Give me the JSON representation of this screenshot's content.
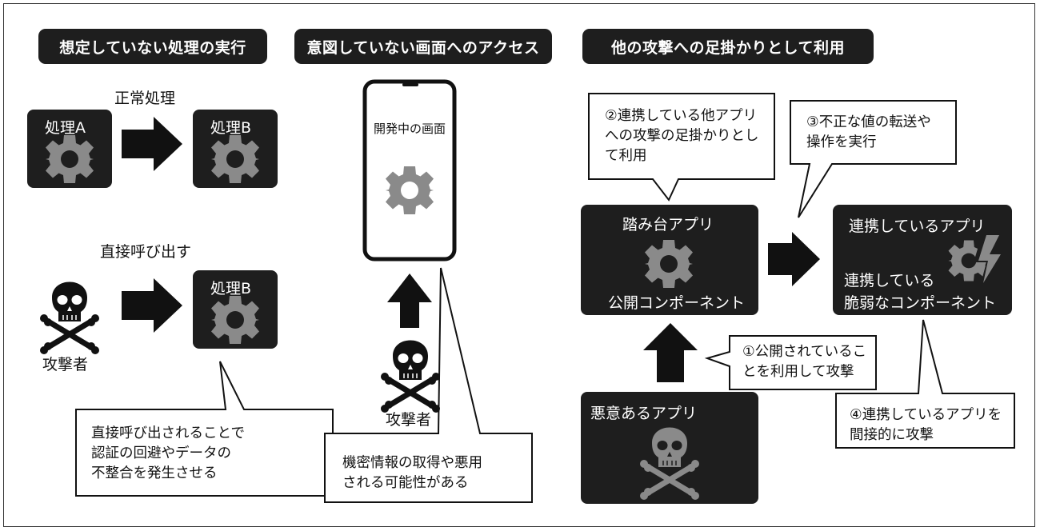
{
  "headers": {
    "col1": "想定していない処理の実行",
    "col2": "意図していない画面へのアクセス",
    "col3": "他の攻撃への足掛かりとして利用"
  },
  "section1": {
    "normal_label": "正常処理",
    "process_a": "処理A",
    "process_b": "処理B",
    "direct_label": "直接呼び出す",
    "process_b2": "処理B",
    "attacker": "攻撃者",
    "callout": "直接呼び出されることで\n認証の回避やデータの\n不整合を発生させる"
  },
  "section2": {
    "screen_label": "開発中の画面",
    "attacker": "攻撃者",
    "callout": "機密情報の取得や悪用\nされる可能性がある"
  },
  "section3": {
    "callout2": "②連携している他アプリ\nへの攻撃の足掛かりとし\nて利用",
    "callout3": "③不正な値の転送や\n操作を実行",
    "stepping_app": "踏み台アプリ",
    "public_component": "公開コンポーネント",
    "linked_app": "連携しているアプリ",
    "linked_sub1": "連携している",
    "linked_sub2": "脆弱なコンポーネント",
    "callout1": "①公開されているこ\nとを利用して攻撃",
    "malicious_app": "悪意あるアプリ",
    "callout4": "④連携しているアプリを\n間接的に攻撃"
  },
  "colors": {
    "dark": "#1e1e1e",
    "gear": "#8a8a8a",
    "arrow": "#111111"
  }
}
